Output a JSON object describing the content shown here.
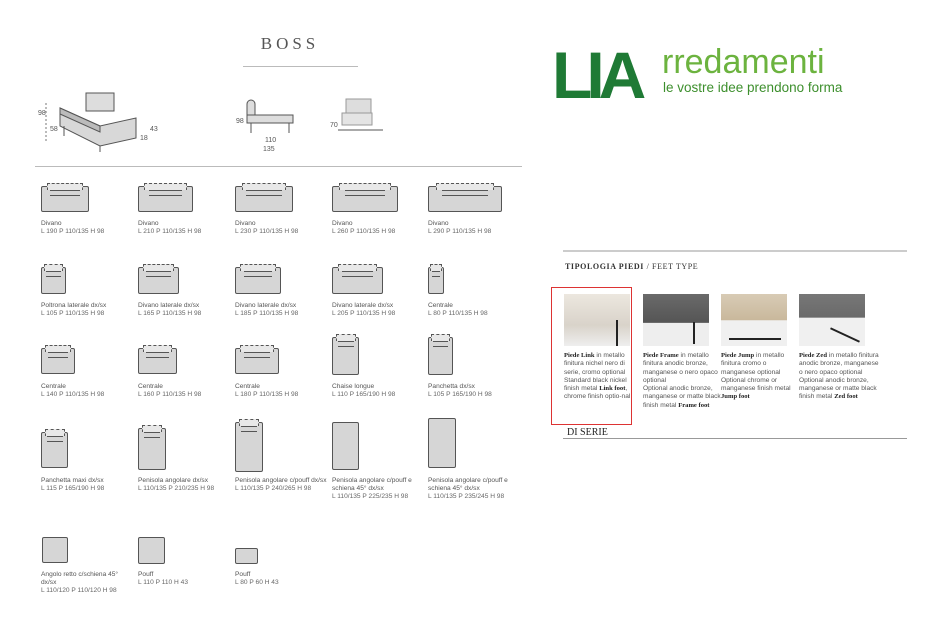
{
  "header": {
    "title": "BOSS",
    "dims": {
      "h98": "98",
      "h58": "58",
      "h43": "43",
      "d18": "18",
      "side_h98": "98",
      "w110": "110",
      "w135": "135",
      "h70": "70"
    }
  },
  "logo": {
    "lia": "LIA",
    "rredamenti": "rredamenti",
    "tagline": "le vostre idee prendono forma",
    "colors": {
      "dark": "#1f7a35",
      "light": "#6cb33f"
    }
  },
  "items": [
    {
      "name": "Divano",
      "dims": "L 190 P 110/135 H 98"
    },
    {
      "name": "Divano",
      "dims": "L 210 P 110/135 H 98"
    },
    {
      "name": "Divano",
      "dims": "L 230 P 110/135 H 98"
    },
    {
      "name": "Divano",
      "dims": "L 260 P 110/135 H 98"
    },
    {
      "name": "Divano",
      "dims": "L 290 P 110/135 H 98"
    },
    {
      "name": "Poltrona laterale dx/sx",
      "dims": "L 105 P 110/135 H 98"
    },
    {
      "name": "Divano laterale dx/sx",
      "dims": "L 165 P 110/135 H 98"
    },
    {
      "name": "Divano laterale dx/sx",
      "dims": "L 185 P 110/135 H 98"
    },
    {
      "name": "Divano laterale dx/sx",
      "dims": "L 205 P 110/135 H 98"
    },
    {
      "name": "Centrale",
      "dims": "L 80 P 110/135 H 98"
    },
    {
      "name": "Centrale",
      "dims": "L 140 P 110/135 H 98"
    },
    {
      "name": "Centrale",
      "dims": "L 160 P 110/135 H 98"
    },
    {
      "name": "Centrale",
      "dims": "L 180 P 110/135 H 98"
    },
    {
      "name": "Chaise longue",
      "dims": "L 110 P 165/190 H 98"
    },
    {
      "name": "Panchetta dx/sx",
      "dims": "L 105 P 165/190 H 98"
    },
    {
      "name": "Panchetta maxi dx/sx",
      "dims": "L 115 P 165/190 H 98"
    },
    {
      "name": "Penisola angolare dx/sx",
      "dims": "L 110/135 P 210/235 H 98"
    },
    {
      "name": "Penisola angolare c/pouff dx/sx",
      "dims": "L 110/135 P 240/265 H 98"
    },
    {
      "name": "Penisola angolare c/pouff e schiena 45° dx/sx",
      "dims": "L 110/135 P 225/235 H 98"
    },
    {
      "name": "Penisola angolare c/pouff e schiena 45° dx/sx",
      "dims": "L 110/135 P 235/245 H 98"
    },
    {
      "name": "Angolo retto c/schiena 45° dx/sx",
      "dims": "L 110/120 P 110/120 H 98"
    },
    {
      "name": "Pouff",
      "dims": "L 110 P 110 H 43"
    },
    {
      "name": "Pouff",
      "dims": "L 80 P 60 H 43"
    }
  ],
  "feet": {
    "heading_it": "TIPOLOGIA PIEDI",
    "heading_sep": " / ",
    "heading_en": "FEET TYPE",
    "items": [
      {
        "name": "Piede Link",
        "it": " in metallo finitura nichel nero di serie, cromo optional",
        "en": "Standard black nickel finish metal ",
        "en_name": "Link foot",
        "en_tail": ", chrome finish optio-nal"
      },
      {
        "name": "Piede Frame",
        "it": " in metallo finitura anodic bronze, manganese o nero opaco optional",
        "en": "Optional anodic bronze, manganese or matte black finish metal ",
        "en_name": "Frame foot",
        "en_tail": ""
      },
      {
        "name": "Piede Jump",
        "it": " in metallo finitura cromo o manganese optional",
        "en": "Optional chrome or manganese finish metal ",
        "en_name": "Jump foot",
        "en_tail": ""
      },
      {
        "name": "Piede Zed",
        "it": " in metallo finitura anodic bronze, manganese o nero opaco optional",
        "en": "Optional anodic bronze, manganese or matte black finish metal ",
        "en_name": "Zed foot",
        "en_tail": ""
      }
    ],
    "standard_label": "DI SERIE"
  }
}
